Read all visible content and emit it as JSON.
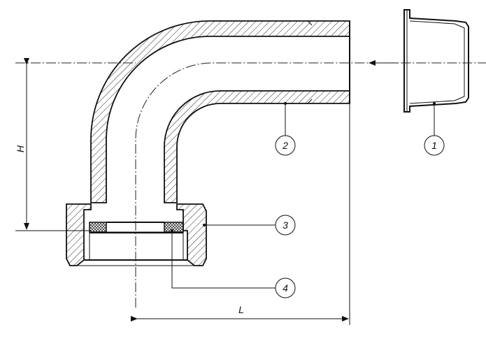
{
  "callouts": [
    {
      "id": "part-1",
      "label": "1"
    },
    {
      "id": "part-2",
      "label": "2"
    },
    {
      "id": "part-3",
      "label": "3"
    },
    {
      "id": "part-4",
      "label": "4"
    }
  ],
  "dimensions": {
    "height_label": "H",
    "length_label": "L"
  }
}
